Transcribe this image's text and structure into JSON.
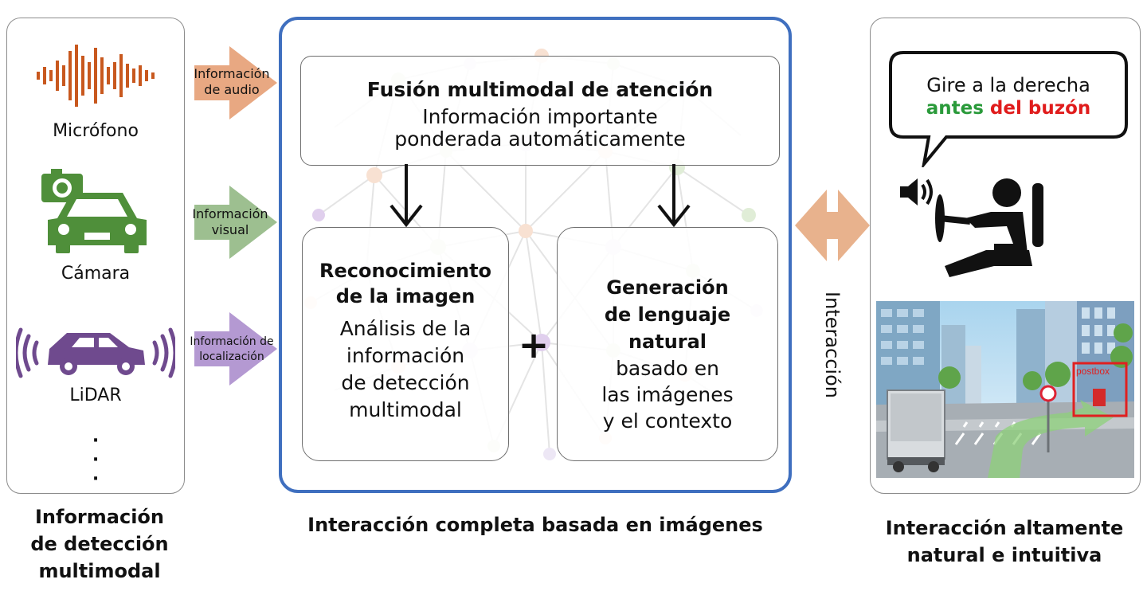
{
  "sensors": {
    "mic_label": "Micrófono",
    "camera_label": "Cámara",
    "lidar_label": "LiDAR",
    "more": "·\n·\n·"
  },
  "arrows": {
    "audio": "Información de audio",
    "visual": "Información visual",
    "location": "Información de localización"
  },
  "center": {
    "fusion_title": "Fusión multimodal de atención",
    "fusion_text_1": "Información importante",
    "fusion_text_2": "ponderada automáticamente",
    "recog_title_1": "Reconocimiento",
    "recog_title_2": "de la imagen",
    "recog_text_1": "Análisis de la",
    "recog_text_2": "información",
    "recog_text_3": "de detección",
    "recog_text_4": "multimodal",
    "plus": "+",
    "gen_title_1": "Generación",
    "gen_title_2": "de lenguaje",
    "gen_title_3": "natural",
    "gen_text_1": "basado en",
    "gen_text_2": "las imágenes",
    "gen_text_3": "y el contexto"
  },
  "interaction_label": "Interacción",
  "speech": {
    "line1": "Gire a la derecha",
    "green_word": "antes",
    "red_words": "del buzón"
  },
  "scene": {
    "postbox_label": "postbox"
  },
  "captions": {
    "left_1": "Información",
    "left_2": "de detección",
    "left_3": "multimodal",
    "center": "Interacción completa basada en imágenes",
    "right_1": "Interacción altamente",
    "right_2": "natural e intuitiva"
  },
  "colors": {
    "audio": "#c8581e",
    "camera": "#4f8f3a",
    "lidar": "#6f4a8e",
    "frame_blue": "#3f6fbf",
    "green_text": "#2a9a3a",
    "red_text": "#e01c1c"
  }
}
